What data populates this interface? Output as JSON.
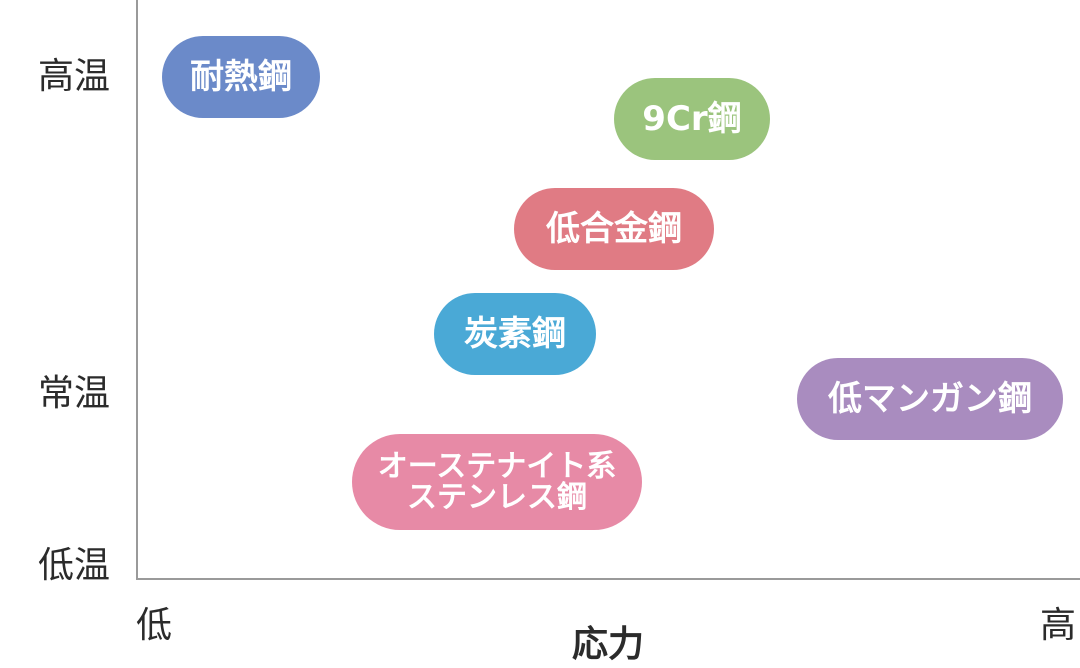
{
  "diagram": {
    "y_axis": {
      "high_label": "高温",
      "mid_label": "常温",
      "low_label": "低温"
    },
    "x_axis": {
      "low_label": "低",
      "high_label": "高",
      "title": "応力"
    },
    "items": [
      {
        "id": "heat-resistant-steel",
        "line1": "耐熱鋼",
        "line2": "",
        "color": "#6b8ac9"
      },
      {
        "id": "9cr-steel",
        "line1": "9Cr鋼",
        "line2": "",
        "color": "#9bc47d"
      },
      {
        "id": "low-alloy-steel",
        "line1": "低合金鋼",
        "line2": "",
        "color": "#e07b84"
      },
      {
        "id": "carbon-steel",
        "line1": "炭素鋼",
        "line2": "",
        "color": "#4aa9d6"
      },
      {
        "id": "low-manganese-steel",
        "line1": "低マンガン鋼",
        "line2": "",
        "color": "#a98cbf"
      },
      {
        "id": "austenitic-stainless-steel",
        "line1": "オーステナイト系",
        "line2": "ステンレス鋼",
        "color": "#e78aa6"
      }
    ]
  }
}
